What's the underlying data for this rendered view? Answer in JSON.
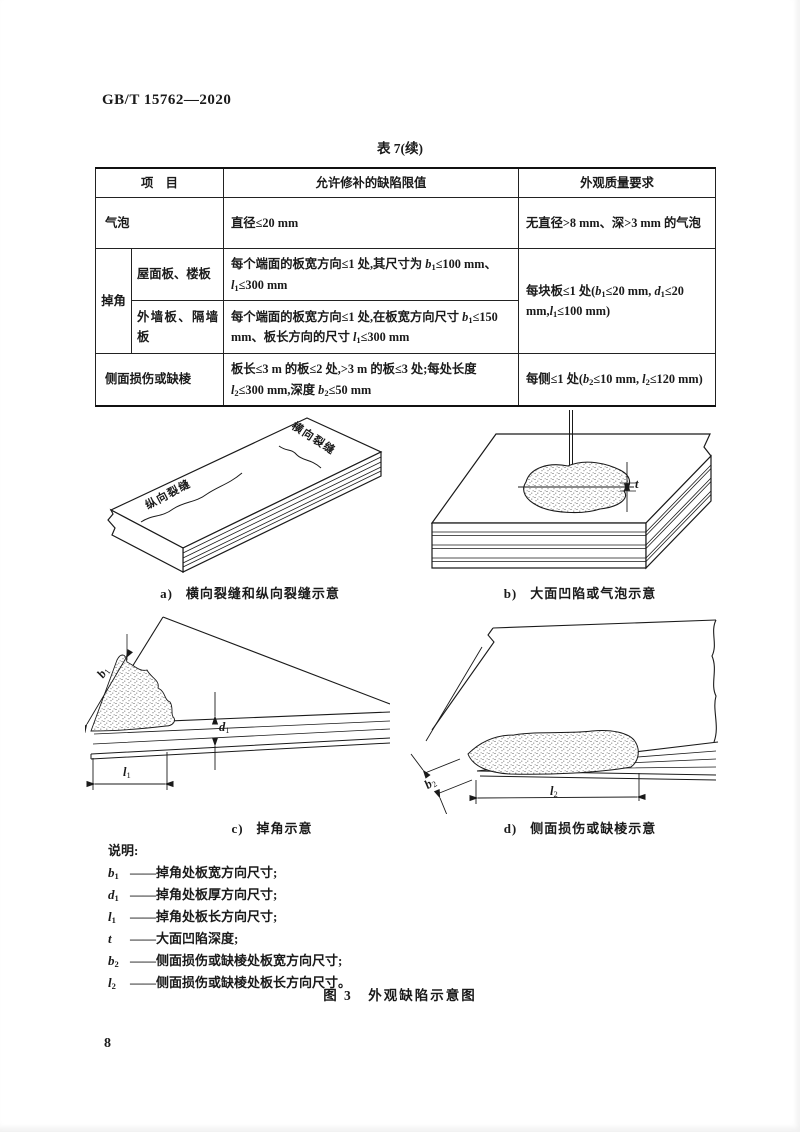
{
  "page": {
    "doc_code": "GB/T 15762—2020",
    "page_number": "8"
  },
  "table": {
    "title": "表 7(续)",
    "headers": [
      "项　目",
      "允许修补的缺陷限值",
      "外观质量要求"
    ],
    "rows": {
      "qipao": {
        "label": "气泡",
        "limit": [
          {
            "t": "直径≤20 mm"
          }
        ],
        "req": [
          {
            "t": "无直径>8 mm、深>3 mm 的气泡"
          }
        ]
      },
      "diaojiao": {
        "label": "掉角",
        "sub1": {
          "label": "屋面板、楼板",
          "limit": [
            {
              "t": "每个端面的板宽方向≤1 处,其尺寸为 "
            },
            {
              "i": "b"
            },
            {
              "s": "1"
            },
            {
              "t": "≤100 mm、"
            },
            {
              "i": "l"
            },
            {
              "s": "1"
            },
            {
              "t": "≤300 mm"
            }
          ]
        },
        "sub2": {
          "label": "外墙板、隔墙板",
          "limit": [
            {
              "t": "每个端面的板宽方向≤1 处,在板宽方向尺寸 "
            },
            {
              "i": "b"
            },
            {
              "s": "1"
            },
            {
              "t": "≤150 mm、板长方向的尺寸 "
            },
            {
              "i": "l"
            },
            {
              "s": "1"
            },
            {
              "t": "≤300 mm"
            }
          ]
        },
        "req": [
          {
            "t": "每块板≤1 处("
          },
          {
            "i": "b"
          },
          {
            "s": "1"
          },
          {
            "t": "≤20 mm, "
          },
          {
            "i": "d"
          },
          {
            "s": "1"
          },
          {
            "t": "≤20 mm,"
          },
          {
            "i": "l"
          },
          {
            "s": "1"
          },
          {
            "t": "≤100 mm)"
          }
        ]
      },
      "cemian": {
        "label": "侧面损伤或缺棱",
        "limit": [
          {
            "t": "板长≤3 m 的板≤2 处,>3 m 的板≤3 处;每处长度 "
          },
          {
            "i": "l"
          },
          {
            "s": "2"
          },
          {
            "t": "≤300 mm,深度 "
          },
          {
            "i": "b"
          },
          {
            "s": "2"
          },
          {
            "t": "≤50 mm"
          }
        ],
        "req": [
          {
            "t": "每侧≤1 处("
          },
          {
            "i": "b"
          },
          {
            "s": "2"
          },
          {
            "t": "≤10 mm, "
          },
          {
            "i": "l"
          },
          {
            "s": "2"
          },
          {
            "t": "≤120 mm)"
          }
        ]
      }
    }
  },
  "figures": {
    "a": {
      "prefix": "a)",
      "title": "横向裂缝和纵向裂缝示意",
      "labels": {
        "transverse": "横向裂缝",
        "longitudinal": "纵向裂缝"
      }
    },
    "b": {
      "prefix": "b)",
      "title": "大面凹陷或气泡示意",
      "dims": {
        "t": [
          {
            "i": "t"
          }
        ]
      }
    },
    "c": {
      "prefix": "c)",
      "title": "掉角示意",
      "dims": {
        "b1": [
          {
            "i": "b"
          },
          {
            "s": "1"
          }
        ],
        "d1": [
          {
            "i": "d"
          },
          {
            "s": "1"
          }
        ],
        "l1": [
          {
            "i": "l"
          },
          {
            "s": "1"
          }
        ]
      }
    },
    "d": {
      "prefix": "d)",
      "title": "侧面损伤或缺棱示意",
      "dims": {
        "b2": [
          {
            "i": "b"
          },
          {
            "s": "2"
          }
        ],
        "l2": [
          {
            "i": "l"
          },
          {
            "s": "2"
          }
        ]
      }
    },
    "caption": "图 3　外观缺陷示意图"
  },
  "legend": {
    "title": "说明:",
    "items": [
      {
        "sym": [
          {
            "i": "b"
          },
          {
            "s": "1"
          }
        ],
        "desc": "——掉角处板宽方向尺寸;"
      },
      {
        "sym": [
          {
            "i": "d"
          },
          {
            "s": "1"
          }
        ],
        "desc": "——掉角处板厚方向尺寸;"
      },
      {
        "sym": [
          {
            "i": "l"
          },
          {
            "s": "1"
          }
        ],
        "desc": "——掉角处板长方向尺寸;"
      },
      {
        "sym": [
          {
            "i": "t"
          }
        ],
        "desc": "——大面凹陷深度;"
      },
      {
        "sym": [
          {
            "i": "b"
          },
          {
            "s": "2"
          }
        ],
        "desc": "——侧面损伤或缺棱处板宽方向尺寸;"
      },
      {
        "sym": [
          {
            "i": "l"
          },
          {
            "s": "2"
          }
        ],
        "desc": "——侧面损伤或缺棱处板长方向尺寸。"
      }
    ]
  }
}
